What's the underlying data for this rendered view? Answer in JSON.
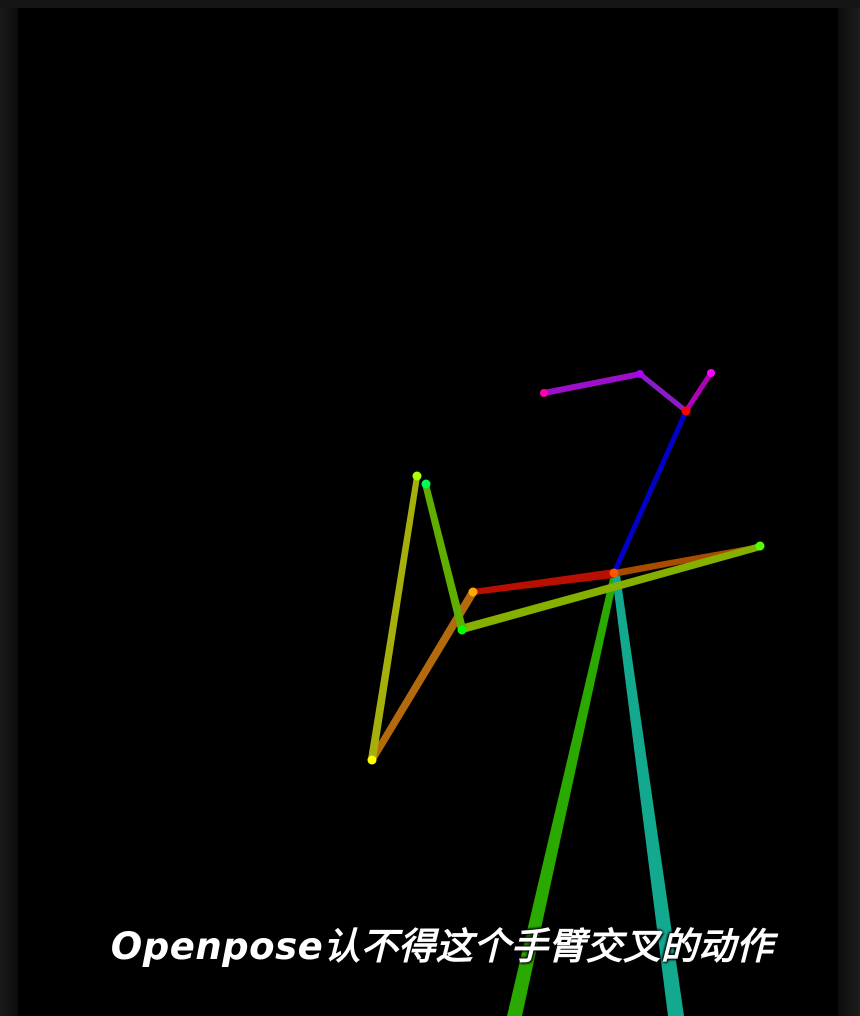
{
  "video": {
    "caption": "Openpose认不得这个手臂交叉的动作"
  },
  "pose": {
    "keypoints": {
      "nose": {
        "color": "#ff0000"
      },
      "neck": {
        "color": "#ff5500"
      },
      "r_shoulder": {
        "color": "#ffaa00"
      },
      "r_elbow": {
        "color": "#ffff00"
      },
      "r_wrist": {
        "color": "#aaff00"
      },
      "l_shoulder": {
        "color": "#55ff00"
      },
      "l_elbow": {
        "color": "#00ff00"
      },
      "l_wrist": {
        "color": "#00ff55"
      },
      "r_eye": {
        "color": "#aa00ff"
      },
      "l_eye": {
        "color": "#ff00ff"
      },
      "r_ear": {
        "color": "#ff00aa"
      }
    },
    "limbs": [
      {
        "name": "neck-to-nose",
        "color": "#0000c8"
      },
      {
        "name": "nose-to-right-eye",
        "color": "#8b1dc8"
      },
      {
        "name": "nose-to-left-eye",
        "color": "#b000b8"
      },
      {
        "name": "right-eye-to-right-ear",
        "color": "#9b10c8"
      },
      {
        "name": "neck-to-right-shoulder",
        "color": "#b80f00"
      },
      {
        "name": "right-shoulder-to-right-elbow",
        "color": "#b26a0c"
      },
      {
        "name": "right-elbow-to-right-wrist",
        "color": "#a6b00c"
      },
      {
        "name": "neck-to-left-shoulder",
        "color": "#a84d00"
      },
      {
        "name": "left-shoulder-to-left-elbow",
        "color": "#86b000"
      },
      {
        "name": "left-elbow-to-left-wrist",
        "color": "#5fae00"
      },
      {
        "name": "neck-to-right-hip",
        "color": "#2aaa00"
      },
      {
        "name": "neck-to-left-hip",
        "color": "#13a98f"
      }
    ]
  }
}
